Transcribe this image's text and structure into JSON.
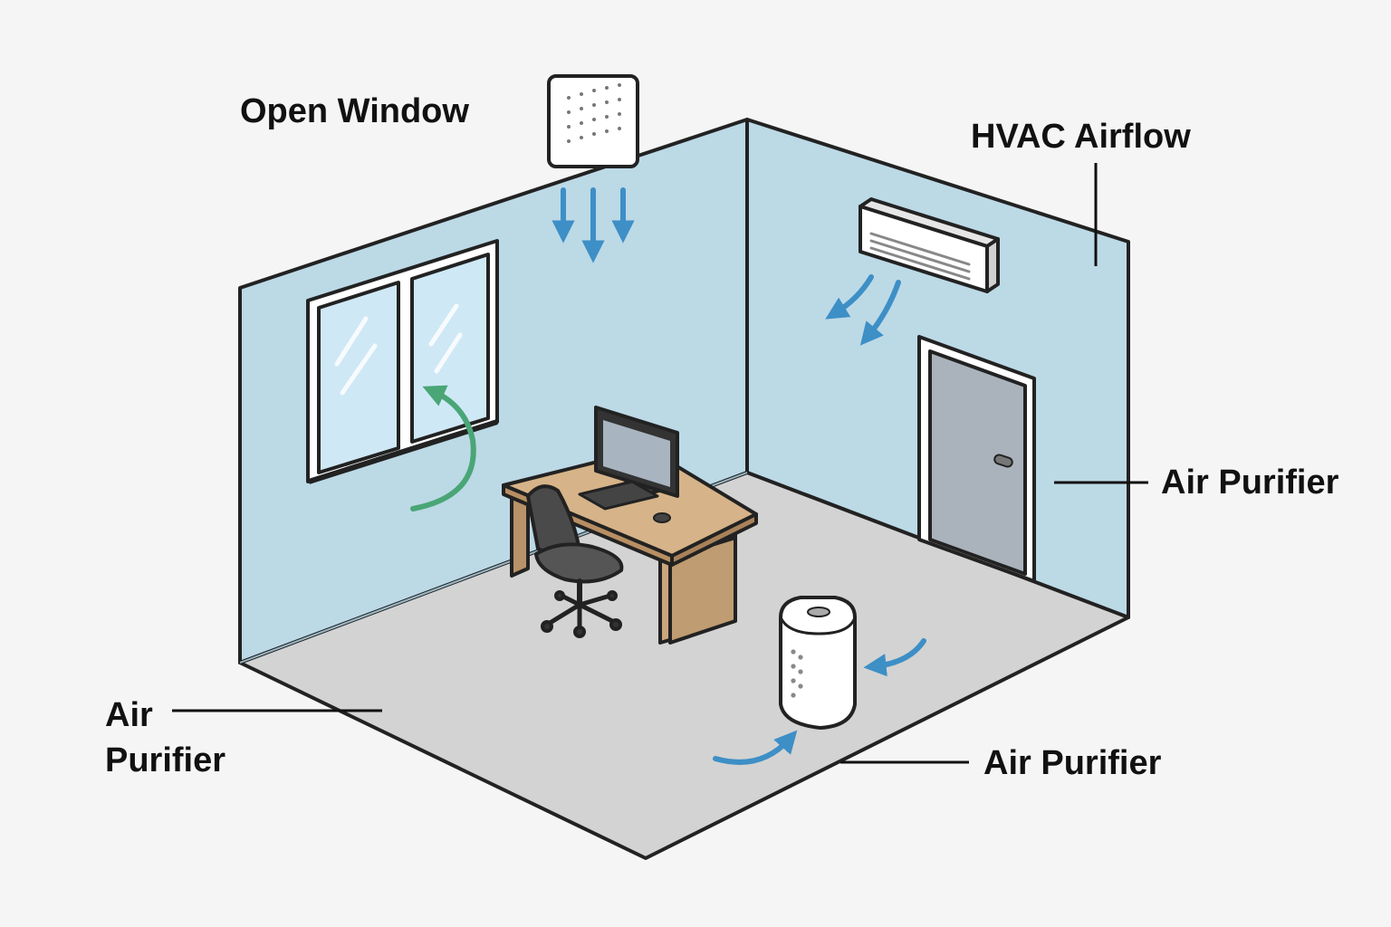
{
  "labels": {
    "open_window": "Open Window",
    "hvac_airflow": "HVAC Airflow",
    "air_purifier_right": "Air Purifier",
    "air_purifier_bottom": "Air Purifier",
    "air_purifier_left_line1": "Air",
    "air_purifier_left_line2": "Purifier"
  },
  "colors": {
    "wall": "#bcd9e6",
    "floor": "#d3d3d3",
    "outline": "#222222",
    "airflow_blue": "#3d8fc6",
    "airflow_green": "#4aa676",
    "desk": "#c9a67b",
    "chair": "#4a4a4a",
    "door": "#aab3bc",
    "background": "#f5f5f5"
  },
  "icons": {
    "wall_vent": "vent-grille-icon",
    "hvac_unit": "wall-ac-unit-icon",
    "air_purifier": "air-purifier-icon",
    "computer": "desktop-monitor-icon",
    "chair": "office-chair-icon"
  }
}
